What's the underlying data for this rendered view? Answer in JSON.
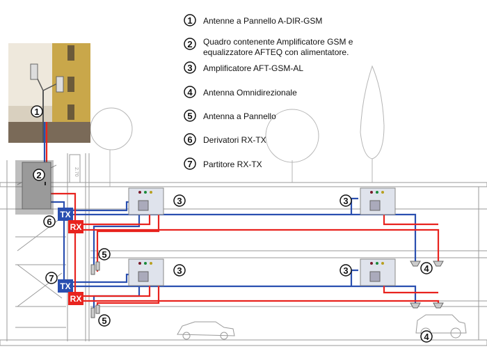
{
  "legend": [
    {
      "num": "1",
      "text": "Antenne a Pannello  A-DIR-GSM"
    },
    {
      "num": "2",
      "text": "Quadro contenente Amplificatore GSM e",
      "text2": "equalizzatore AFTEQ con alimentatore."
    },
    {
      "num": "3",
      "text": "Amplificatore AFT-GSM-AL"
    },
    {
      "num": "4",
      "text": "Antenna Omnidirezionale"
    },
    {
      "num": "5",
      "text": "Antenna a Pannello"
    },
    {
      "num": "6",
      "text": "Derivatori  RX-TX"
    },
    {
      "num": "7",
      "text": "Partitore  RX-TX"
    }
  ],
  "diagram": {
    "callouts": {
      "c1": "1",
      "c2": "2",
      "c3": "3",
      "c4": "4",
      "c5": "5",
      "c6": "6",
      "c7": "7"
    },
    "tx_label": "TX",
    "rx_label": "RX",
    "height_mark": "2.70",
    "colors": {
      "tx": "#2a4fb0",
      "rx": "#e8231e"
    }
  }
}
